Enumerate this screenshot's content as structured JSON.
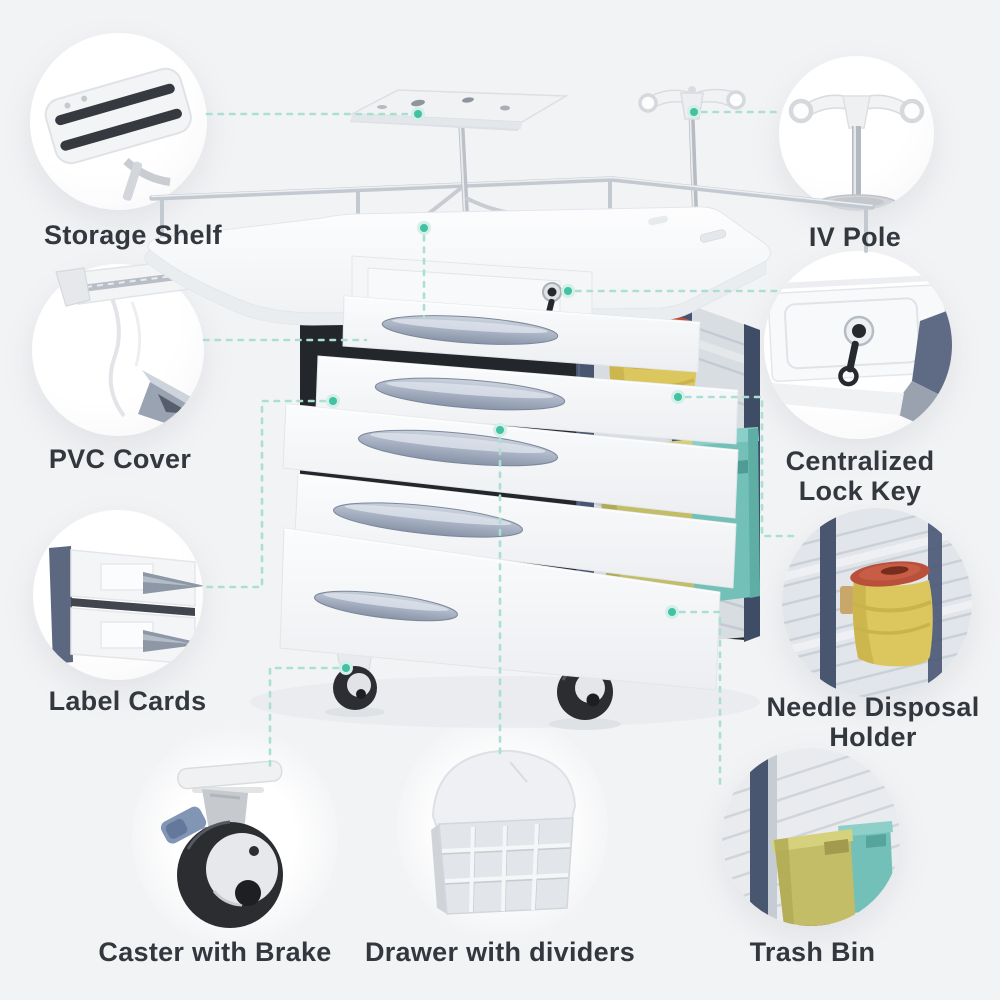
{
  "title": "Emergency medical cart feature callout diagram",
  "colors": {
    "background": "#f2f3f5",
    "label_text": "#33373e",
    "connector_line": "#abdfd2",
    "connector_dot": "#41c2a2",
    "connector_dot_halo": "#d3efe7",
    "sharps_yellow": "#dcc75e",
    "sharps_lid_red": "#b8503b",
    "bin_teal": "#73c0b8",
    "bin_olive": "#c3bd68",
    "rail_navy": "#49566f",
    "handle_gray": "#9aa5b8"
  },
  "features": {
    "storage_shelf": {
      "label": "Storage Shelf",
      "icon": "storage-shelf-photo"
    },
    "iv_pole": {
      "label": "IV Pole",
      "icon": "iv-pole-photo"
    },
    "pvc_cover": {
      "label": "PVC Cover",
      "icon": "pvc-cover-photo"
    },
    "centralized_lock_key": {
      "label": "Centralized Lock Key",
      "icon": "lock-key-photo"
    },
    "label_cards": {
      "label": "Label Cards",
      "icon": "label-cards-photo"
    },
    "needle_disposal_holder": {
      "label": "Needle Disposal Holder",
      "icon": "needle-disposal-photo"
    },
    "caster_with_brake": {
      "label": "Caster with Brake",
      "icon": "caster-photo"
    },
    "drawer_with_dividers": {
      "label": "Drawer with dividers",
      "icon": "divided-drawer-photo"
    },
    "trash_bin": {
      "label": "Trash Bin",
      "icon": "trash-bin-photo"
    }
  }
}
